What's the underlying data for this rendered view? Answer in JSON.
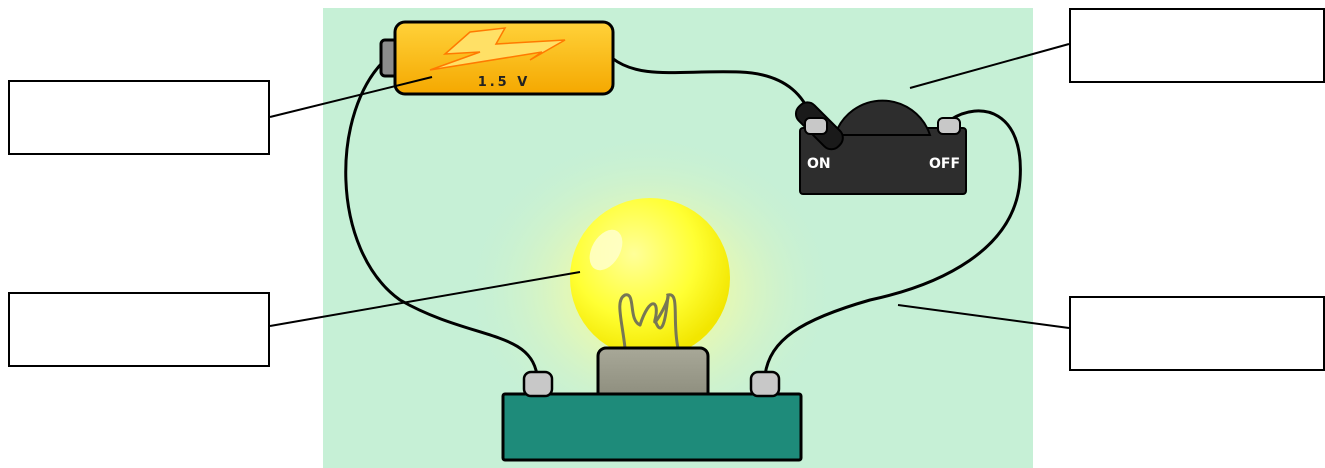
{
  "diagram": {
    "battery": {
      "voltage_label": "1.5 V"
    },
    "switch": {
      "on_label": "ON",
      "off_label": "OFF"
    },
    "colors": {
      "panel_background": "#c6f0d6",
      "battery_fill": "#f7b500",
      "battery_bolt": "#ffd84a",
      "switch_body": "#2d2d2d",
      "bulb_glow": "#ffff33",
      "bulb_base": "#9d9d8c",
      "lamp_holder": "#1e8b7a",
      "wire": "#000000",
      "label_box_border": "#000000"
    },
    "label_boxes": [
      {
        "target": "battery",
        "text": ""
      },
      {
        "target": "switch",
        "text": ""
      },
      {
        "target": "bulb",
        "text": ""
      },
      {
        "target": "wire",
        "text": ""
      }
    ]
  }
}
